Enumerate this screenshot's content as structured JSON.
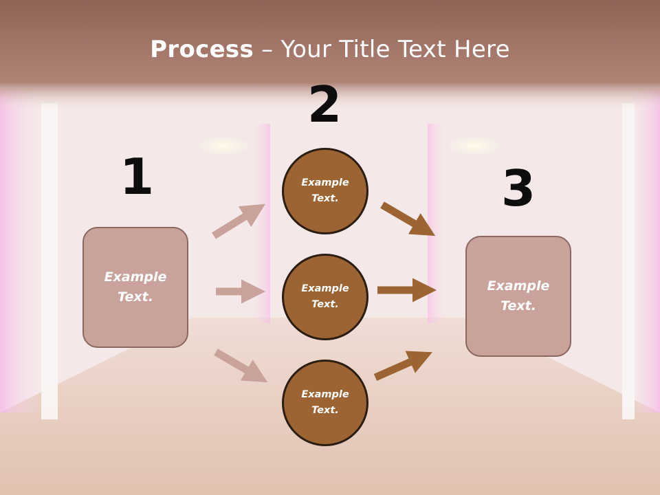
{
  "title": {
    "bold": "Process",
    "rest": " – Your Title Text Here"
  },
  "steps": [
    {
      "number": "1",
      "text": "Example Text."
    },
    {
      "number": "2",
      "items": [
        "Example Text.",
        "Example Text.",
        "Example Text."
      ]
    },
    {
      "number": "3",
      "text": "Example Text."
    }
  ],
  "colors": {
    "box_fill": "#c9a39b",
    "circle_fill": "#9b6432",
    "arrow_in": "#c9a39b",
    "arrow_out": "#9b6432",
    "title_band": "#a87a6c"
  }
}
